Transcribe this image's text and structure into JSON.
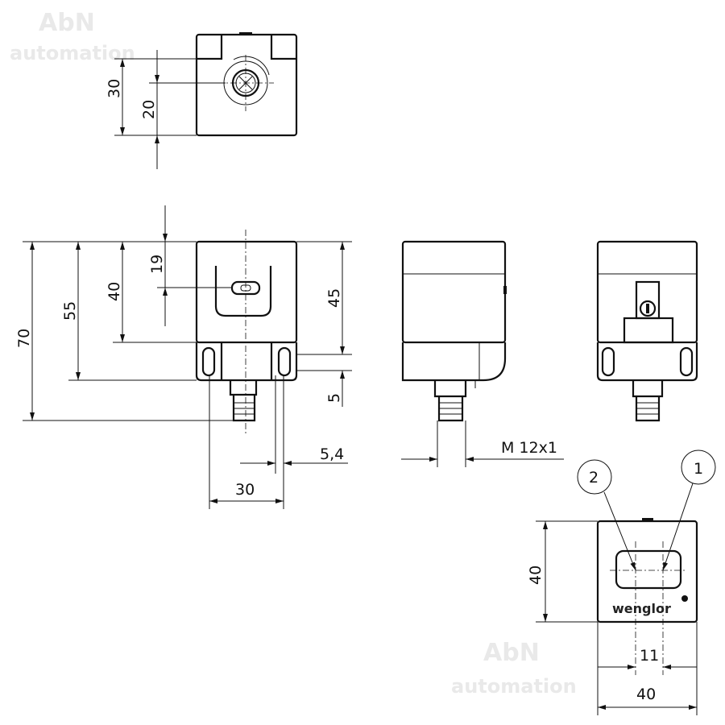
{
  "watermark": {
    "line1": "AbN",
    "line2": "automation"
  },
  "brand": "wenglor",
  "top_view": {
    "dim_height": "30",
    "dim_connector": "20"
  },
  "front_view": {
    "dim_total": "70",
    "dim_flange": "55",
    "dim_body": "40",
    "dim_slot": "19",
    "dim_right": "45",
    "dim_small": "5",
    "dim_hole": "5,4",
    "dim_width": "30"
  },
  "side_view": {
    "thread": "M 12x1"
  },
  "bottom_view": {
    "balloon_2": "2",
    "balloon_1": "1",
    "dim_height": "40",
    "dim_spacing": "11",
    "dim_width": "40"
  }
}
